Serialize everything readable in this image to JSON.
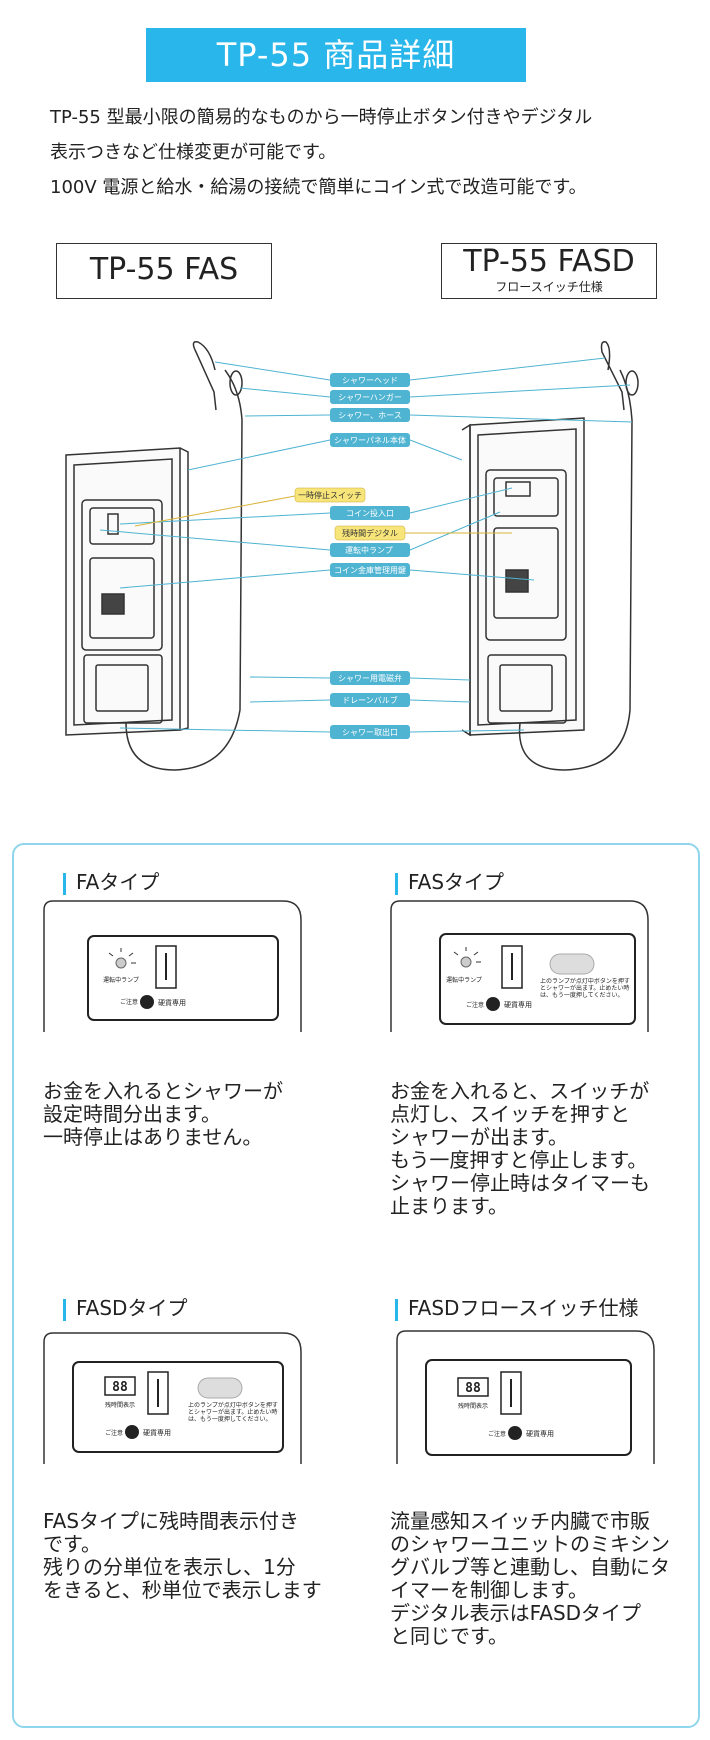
{
  "header": {
    "title": "TP-55 商品詳細"
  },
  "intro": {
    "line1": "TP-55 型最小限の簡易的なものから一時停止ボタン付きやデジタル",
    "line2": "表示つきなど仕様変更が可能です。",
    "line3": "100V 電源と給水・給湯の接続で簡単にコイン式で改造可能です。"
  },
  "models": {
    "left": {
      "name": "TP-55 FAS"
    },
    "right": {
      "name": "TP-55 FASD",
      "sub": "フロースイッチ仕様"
    }
  },
  "callouts": {
    "shower_head": "シャワーヘッド",
    "shower_hanger": "シャワーハンガー",
    "shower_hose": "シャワー、ホース",
    "panel_body": "シャワーパネル本体",
    "pause_switch": "一時停止スイッチ",
    "coin_slot": "コイン投入口",
    "remaining_digital": "残時間デジタル",
    "running_lamp": "運転中ランプ",
    "coin_lock": "コイン金庫管理用鍵",
    "solenoid_valve": "シャワー用電磁弁",
    "drain_valve": "ドレーンバルブ",
    "outlet": "シャワー取出口"
  },
  "panel_text": {
    "hard_coin": "硬貨専用",
    "notice": "ご注意",
    "running_lamp": "運転中ランプ",
    "remaining_time": "残時間表示",
    "lamp_note": "上のランプが点灯中ボタンを押すとシャワーが出ます。止めたい時は、もう一度押してください。",
    "digits": "88"
  },
  "types": [
    {
      "title": "FAタイプ",
      "desc": "お金を入れるとシャワーが\n設定時間分出ます。\n一時停止はありません。"
    },
    {
      "title": "FASタイプ",
      "desc": "お金を入れると、スイッチが\n点灯し、スイッチを押すと\nシャワーが出ます。\nもう一度押すと停止します。\nシャワー停止時はタイマーも\n止まります。"
    },
    {
      "title": "FASDタイプ",
      "desc": "FASタイプに残時間表示付き\nです。\n残りの分単位を表示し、1分\nをきると、秒単位で表示します"
    },
    {
      "title": "FASDフロースイッチ仕様",
      "desc": "流量感知スイッチ内臓で市販\nのシャワーユニットのミキシン\nグバルブ等と連動し、自動にタ\nイマーを制御します。\nデジタル表示はFASDタイプ\nと同じです。"
    }
  ],
  "colors": {
    "accent": "#29b6ea",
    "callout": "#4fb3d2",
    "highlight": "#f7e57a",
    "frame": "#8fd6ec"
  }
}
